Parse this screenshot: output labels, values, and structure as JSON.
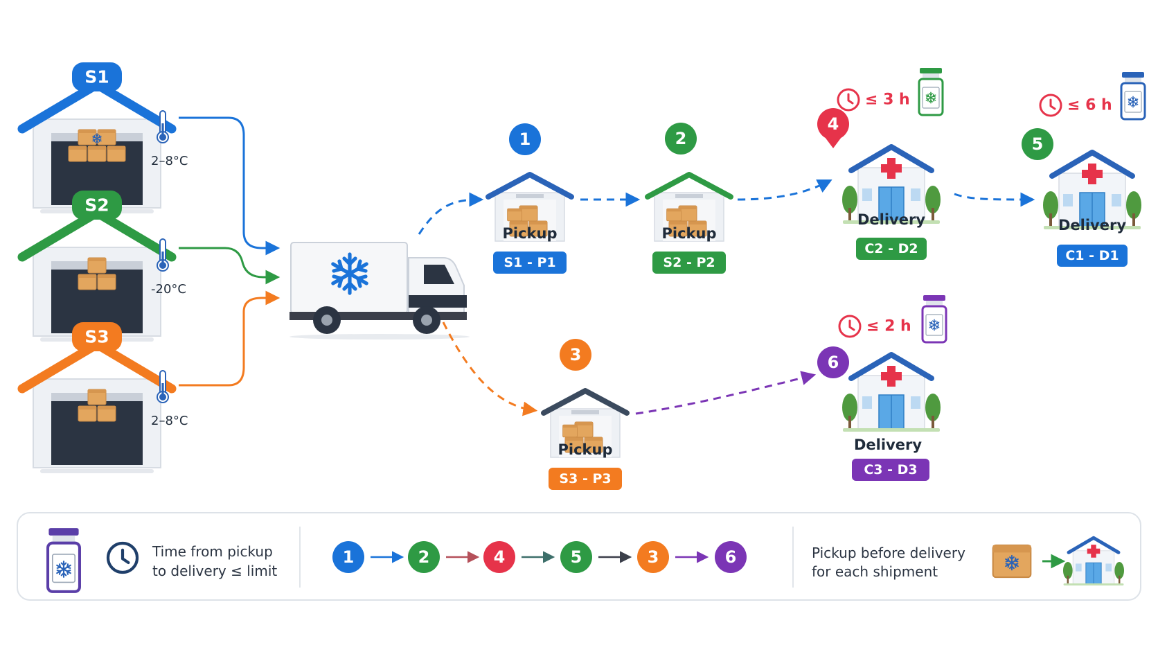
{
  "colors": {
    "blue": "#1a73d9",
    "green": "#2e9a44",
    "orange": "#f37b20",
    "red": "#e6334a",
    "purple": "#7b35b5",
    "dark": "#1f2b3a",
    "icon_blue": "#2a63b8"
  },
  "suppliers": [
    {
      "id": "S1",
      "temp": "2–8°C",
      "color": "#1a73d9"
    },
    {
      "id": "S2",
      "temp": "-20°C",
      "color": "#2e9a44"
    },
    {
      "id": "S3",
      "temp": "2–8°C",
      "color": "#f37b20"
    }
  ],
  "truck": {
    "icon": "snowflake-icon"
  },
  "stops": [
    {
      "number": "1",
      "kind": "Pickup",
      "tag": "S1 - P1",
      "color": "#1a73d9"
    },
    {
      "number": "2",
      "kind": "Pickup",
      "tag": "S2 - P2",
      "color": "#2e9a44"
    },
    {
      "number": "3",
      "kind": "Pickup",
      "tag": "S3 - P3",
      "color": "#f37b20"
    },
    {
      "number": "4",
      "kind": "Delivery",
      "tag": "C2 - D2",
      "color": "#2e9a44",
      "badge_color": "#e6334a",
      "limit": "≤ 3 h"
    },
    {
      "number": "5",
      "kind": "Delivery",
      "tag": "C1 - D1",
      "color": "#1a73d9",
      "badge_color": "#2e9a44",
      "limit": "≤ 6 h"
    },
    {
      "number": "6",
      "kind": "Delivery",
      "tag": "C3 - D3",
      "color": "#7b35b5",
      "badge_color": "#7b35b5",
      "limit": "≤ 2 h"
    }
  ],
  "legend": {
    "time_text_line1": "Time from pickup",
    "time_text_line2": "to delivery ≤ limit",
    "sequence": [
      {
        "n": "1",
        "color": "#1a73d9"
      },
      {
        "n": "2",
        "color": "#2e9a44"
      },
      {
        "n": "4",
        "color": "#e6334a"
      },
      {
        "n": "5",
        "color": "#2e9a44"
      },
      {
        "n": "3",
        "color": "#f37b20"
      },
      {
        "n": "6",
        "color": "#7b35b5"
      }
    ],
    "precedence_line1": "Pickup before delivery",
    "precedence_line2": "for each shipment"
  }
}
